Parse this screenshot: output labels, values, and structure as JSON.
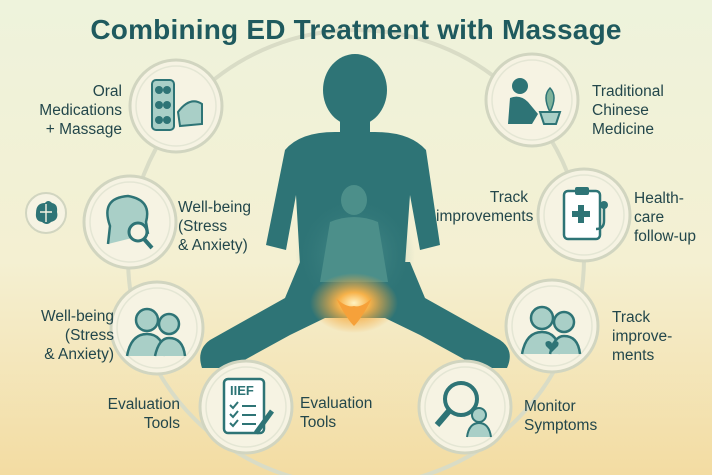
{
  "title": "Combining ED Treatment with Massage",
  "colors": {
    "teal": "#2e7476",
    "teal_light": "#a9cfc7",
    "circle_fill": "#f6f3e3",
    "glow": "#f4a53a",
    "text": "#23474b",
    "title": "#1f5a5e"
  },
  "nodes": [
    {
      "label": "Oral\nMedications\n+ Massage",
      "icon": "pills-and-hands-icon"
    },
    {
      "label": "Well-being\n(Stress\n& Anxiety)",
      "icon": "head-magnifier-icon"
    },
    {
      "label": "Well-being\n(Stress\n& Anxiety)",
      "icon": "couple-icon"
    },
    {
      "label": "Evaluation\nTools",
      "icon": "iief-checklist-icon"
    },
    {
      "label": "Evaluation\nTools",
      "icon": ""
    },
    {
      "label": "Traditional\nChinese\nMedicine",
      "icon": "person-with-plant-icon"
    },
    {
      "label": "Track\nimprovements",
      "icon": ""
    },
    {
      "label": "Health-\ncare\nfollow-up",
      "icon": "medical-clipboard-icon"
    },
    {
      "label": "Track\nimprove-\nments",
      "icon": "couple-heart-icon"
    },
    {
      "label": "Monitor\nSymptoms",
      "icon": "magnifier-person-icon"
    }
  ],
  "side_icon": "brain-icon",
  "iief_text": "IIEF"
}
